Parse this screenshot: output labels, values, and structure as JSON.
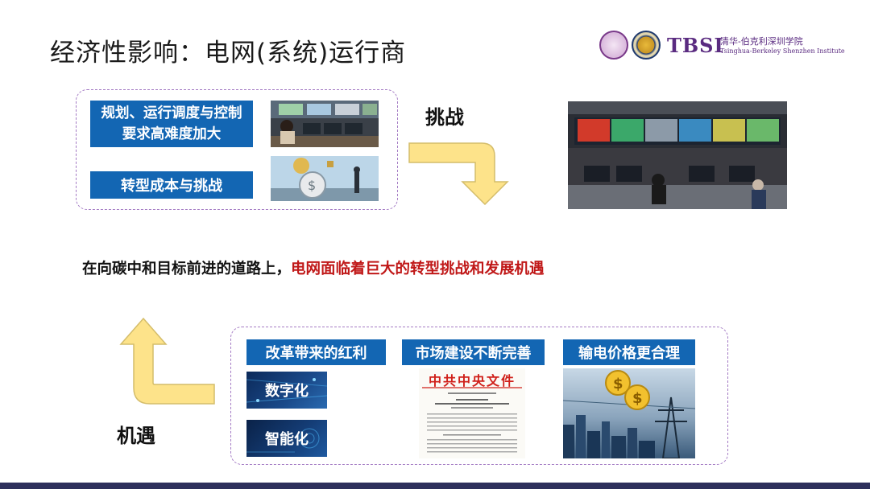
{
  "title": "经济性影响：电网(系统)运行商",
  "logo": {
    "abbr": "TBSI",
    "name_cn": "清华-伯克利深圳学院",
    "name_en": "Tsinghua-Berkeley Shenzhen Institute"
  },
  "challenge": {
    "caption": "挑战",
    "items": [
      {
        "label": "规划、运行调度与控制要求高难度加大"
      },
      {
        "label": "转型成本与挑战"
      }
    ]
  },
  "center_text": {
    "prefix": "在向碳中和目标前进的道路上，",
    "highlight": "电网面临着巨大的转型挑战和发展机遇"
  },
  "opportunity": {
    "caption": "机遇",
    "columns": [
      {
        "label": "改革带来的红利",
        "sub": [
          "数字化",
          "智能化"
        ]
      },
      {
        "label": "市场建设不断完善",
        "doc_header": "中共中央文件"
      },
      {
        "label": "输电价格更合理"
      }
    ]
  },
  "colors": {
    "label_blue": "#1366b3",
    "arrow_fill": "#fde38a",
    "arrow_stroke": "#d4bd6b",
    "dash_border": "#a47bc4",
    "highlight_red": "#c01818",
    "bottom_bar": "#2d2f5b"
  }
}
